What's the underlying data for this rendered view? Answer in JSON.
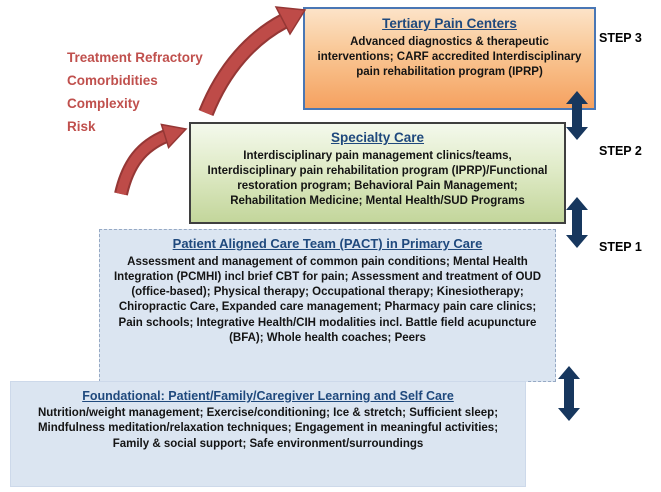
{
  "risk_factors": {
    "items": [
      "Treatment Refractory",
      "Comorbidities",
      "Complexity",
      "Risk"
    ]
  },
  "steps": {
    "step3": {
      "label": "STEP 3",
      "title": "Tertiary Pain Centers",
      "body": "Advanced diagnostics & therapeutic interventions; CARF accredited Interdisciplinary pain rehabilitation program (IPRP)"
    },
    "step2": {
      "label": "STEP 2",
      "title": "Specialty Care",
      "body": "Interdisciplinary pain management clinics/teams, Interdisciplinary pain rehabilitation program (IPRP)/Functional restoration program; Behavioral Pain Management; Rehabilitation Medicine; Mental Health/SUD Programs"
    },
    "step1": {
      "label": "STEP 1",
      "title": "Patient Aligned Care Team (PACT) in Primary Care",
      "body": "Assessment and management of common pain conditions; Mental Health Integration (PCMHI) incl brief CBT for pain;  Assessment and treatment of OUD (office-based); Physical therapy; Occupational therapy; Kinesiotherapy; Chiropractic Care, Expanded care management; Pharmacy pain care clinics; Pain schools; Integrative Health/CIH modalities incl. Battle field acupuncture (BFA); Whole health coaches; Peers"
    },
    "foundational": {
      "title": "Foundational: Patient/Family/Caregiver Learning and Self Care",
      "body": "Nutrition/weight management; Exercise/conditioning; Ice & stretch; Sufficient sleep; Mindfulness meditation/relaxation techniques; Engagement in meaningful activities; Family & social support; Safe environment/surroundings"
    }
  },
  "colors": {
    "title_navy": "#1F497D",
    "risk_text_red": "#C0504D",
    "arrow_red_fill": "#BE4B48",
    "arrow_red_outline": "#953735",
    "arrow_blue": "#17375E",
    "tertiary_gradient_top": "#FCE3C8",
    "tertiary_gradient_bottom": "#F5A160",
    "tertiary_border": "#4977B5",
    "specialty_gradient_top": "#F4F9EC",
    "specialty_gradient_bottom": "#C3D69B",
    "primary_fill": "#DBE5F1"
  }
}
